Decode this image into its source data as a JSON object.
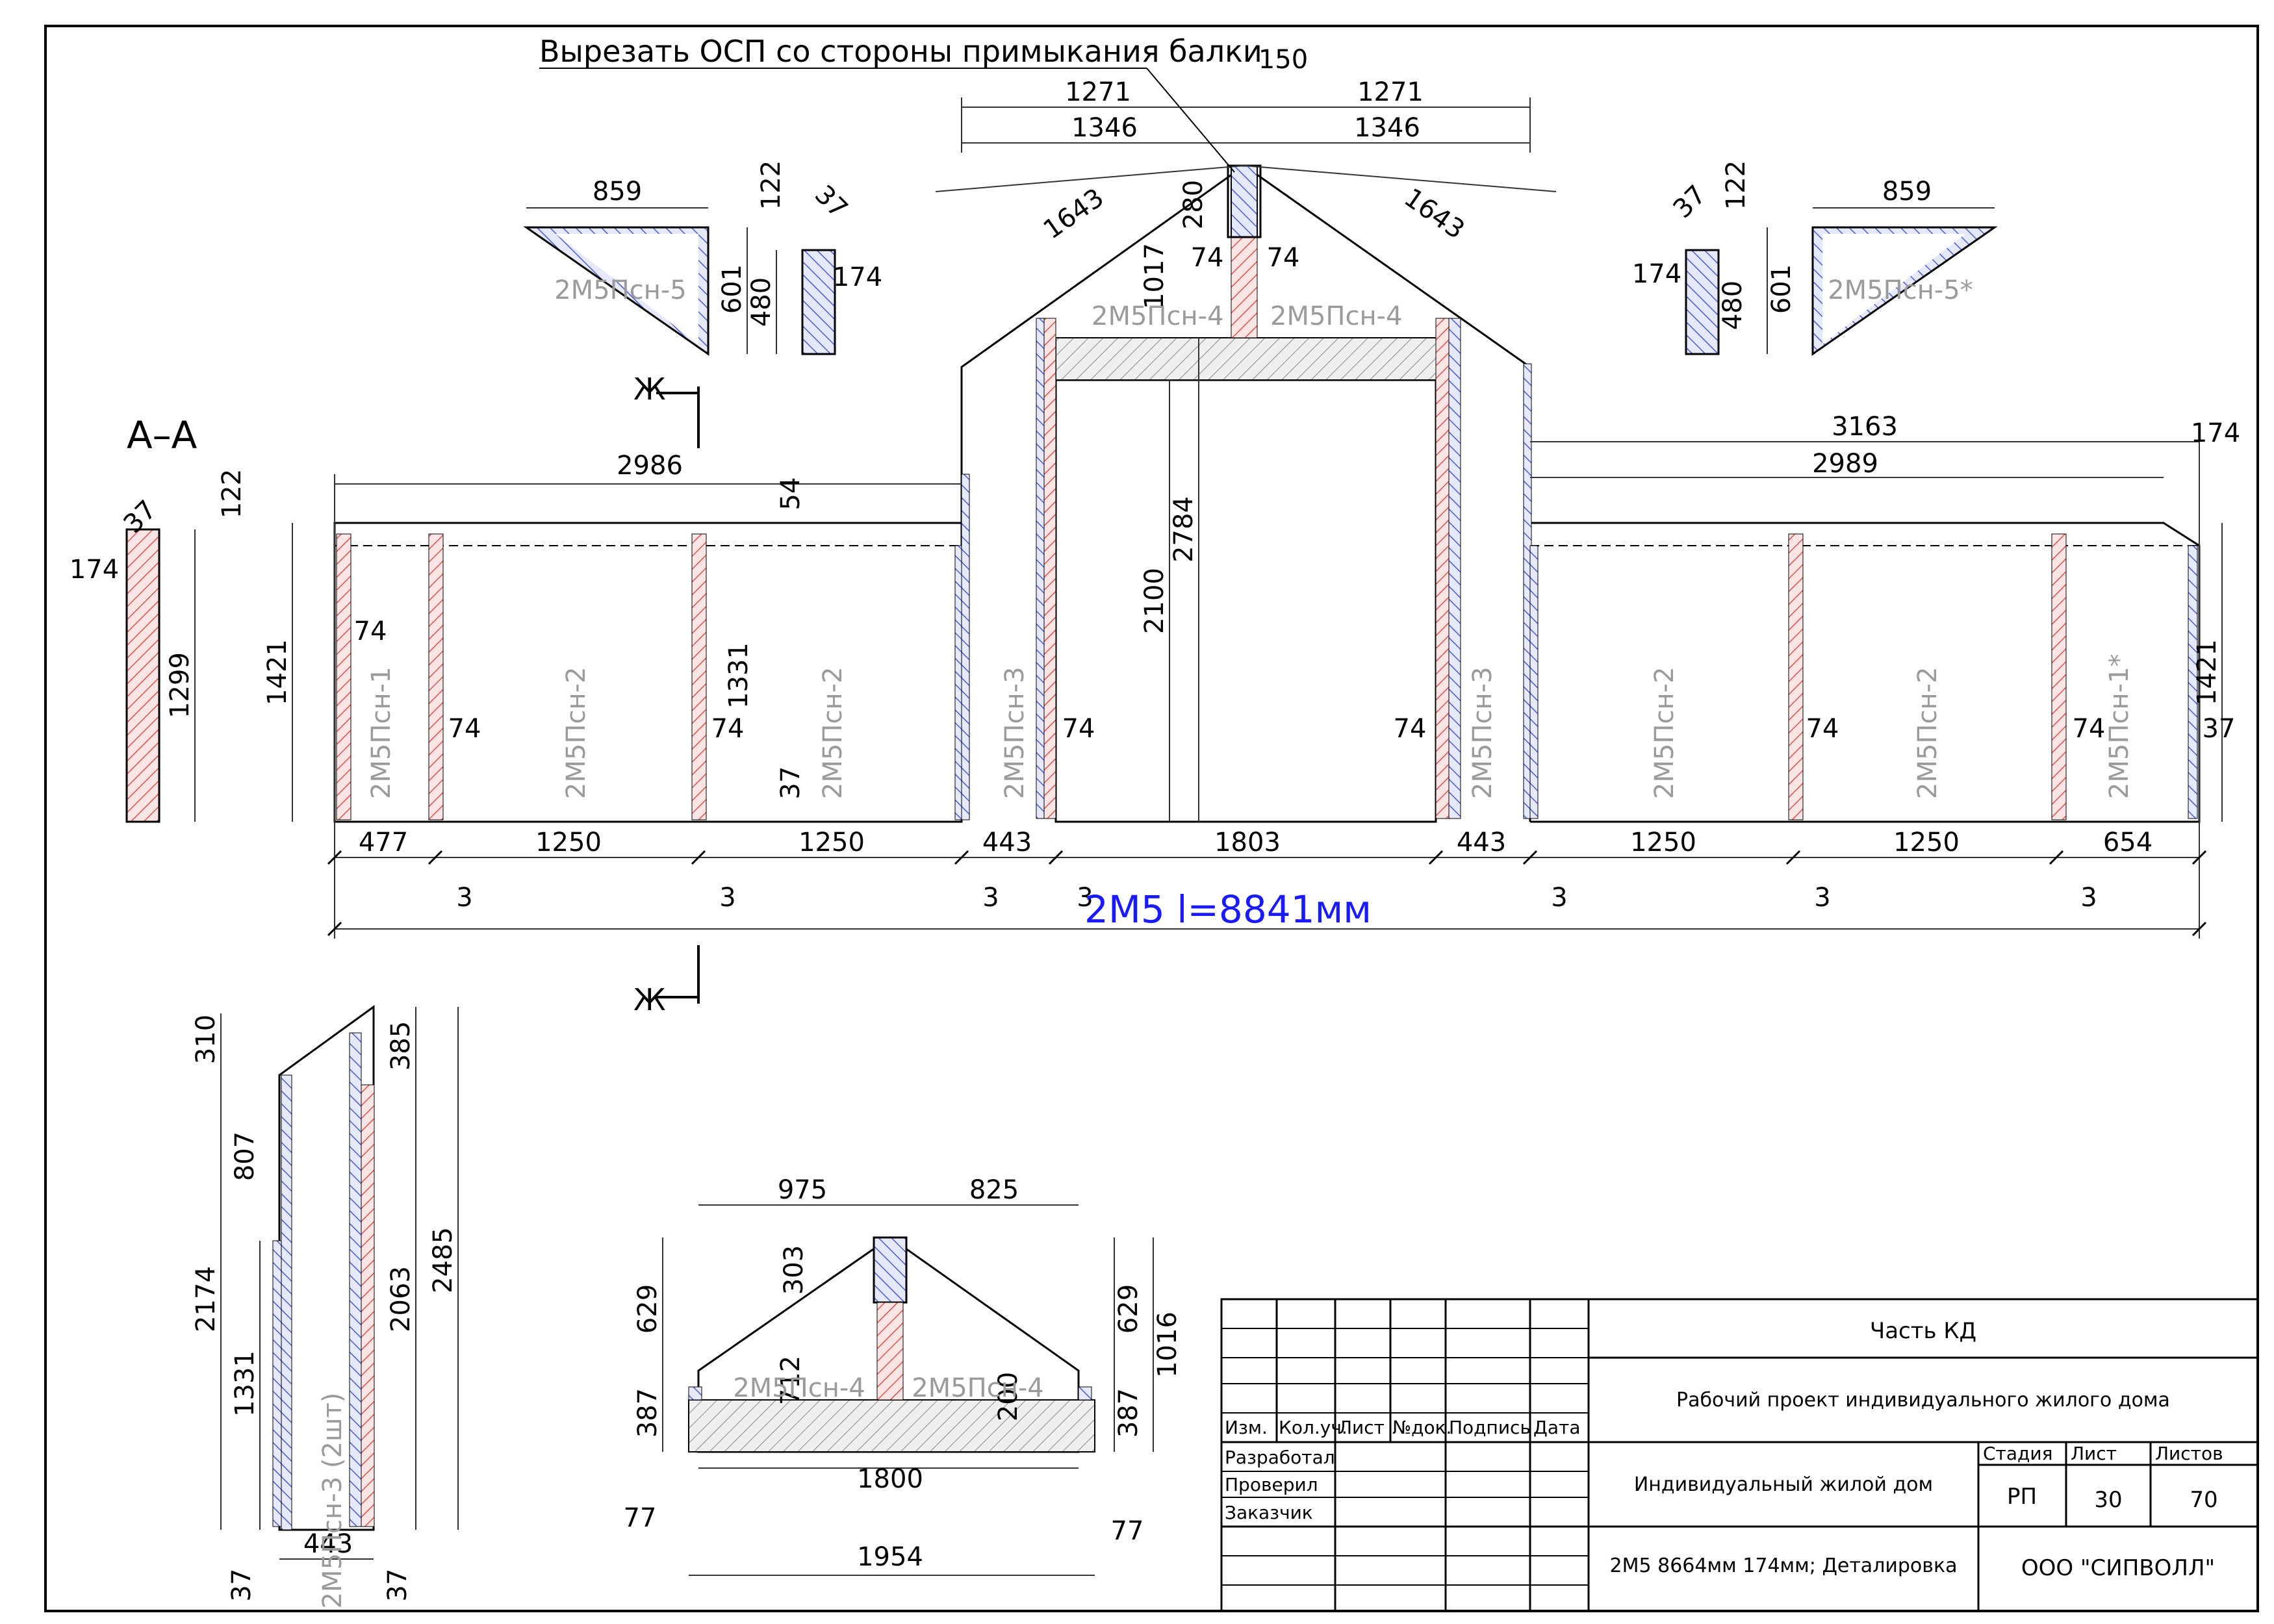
{
  "note_top": "Вырезать ОСП со стороны примыкания балки",
  "total_label": "2М5 l=8841мм",
  "section_label": "А–А",
  "section_marker": "Ж",
  "main_dims": {
    "top": [
      "1271",
      "1271",
      "1346",
      "1346",
      "150",
      "1643",
      "1643",
      "280",
      "74",
      "74",
      "1017"
    ],
    "left_len": "2986",
    "right_len_a": "3163",
    "right_len_b": "2989",
    "right_corner": "174",
    "step": "54",
    "h_left": "1421",
    "h_right": "1421",
    "inner_h": "1331",
    "door_h1": "2100",
    "door_h2": "2784",
    "thick_74": "74",
    "thick_37": "37",
    "bottom": [
      "477",
      "1250",
      "1250",
      "443",
      "1803",
      "443",
      "1250",
      "1250",
      "654"
    ],
    "gaps": "3"
  },
  "panels": {
    "p1": "2М5Псн-1",
    "p2": "2М5Псн-2",
    "p3": "2М5Псн-3",
    "p4": "2М5Псн-4",
    "p5": "2М5Псн-5",
    "p5s": "2М5Псн-5*",
    "p1s": "2М5Псн-1*",
    "p3x2": "2М5Псн-3 (2шт)"
  },
  "tri_left": {
    "w": "859",
    "h1": "601",
    "h2": "480",
    "a": "122",
    "b": "37",
    "c": "174"
  },
  "tri_right": {
    "w": "859",
    "h1": "601",
    "h2": "480",
    "a": "122",
    "b": "37",
    "c": "174"
  },
  "section": {
    "a": "37",
    "b": "122",
    "c": "174",
    "h": "1299"
  },
  "side_piece": {
    "d1": "310",
    "d2": "807",
    "d3": "2174",
    "d4": "1331",
    "d5": "385",
    "d6": "2063",
    "d7": "2485",
    "w": "443",
    "e1": "37",
    "e2": "37"
  },
  "gable": {
    "w1": "975",
    "w2": "825",
    "h1": "629",
    "h2": "387",
    "h3": "629",
    "h4": "387",
    "h5": "1016",
    "c1": "303",
    "c2": "712",
    "c3": "200",
    "base": "1800",
    "total": "1954",
    "e1": "77",
    "e2": "77"
  },
  "title_block": {
    "part": "Часть КД",
    "project": "Рабочий проект индивидуального жилого дома",
    "object": "Индивидуальный жилой дом",
    "sheet_title": "2М5 8664мм 174мм; Деталировка",
    "company": "ООО \"СИПВОЛЛ\"",
    "hdr": [
      "Изм.",
      "Кол.уч.",
      "Лист",
      "№док.",
      "Подпись",
      "Дата"
    ],
    "rows": [
      "Разработал",
      "Проверил",
      "Заказчик"
    ],
    "stage_label": "Стадия",
    "sheet_label": "Лист",
    "sheets_label": "Листов",
    "stage": "РП",
    "sheet": "30",
    "sheets": "70"
  },
  "colors": {
    "line": "#000000",
    "dim": "#333333",
    "panel": "#9a9a9a",
    "hatch_red": "#d9534f",
    "hatch_blue": "#4a5bd0",
    "total": "#1a1aff"
  }
}
